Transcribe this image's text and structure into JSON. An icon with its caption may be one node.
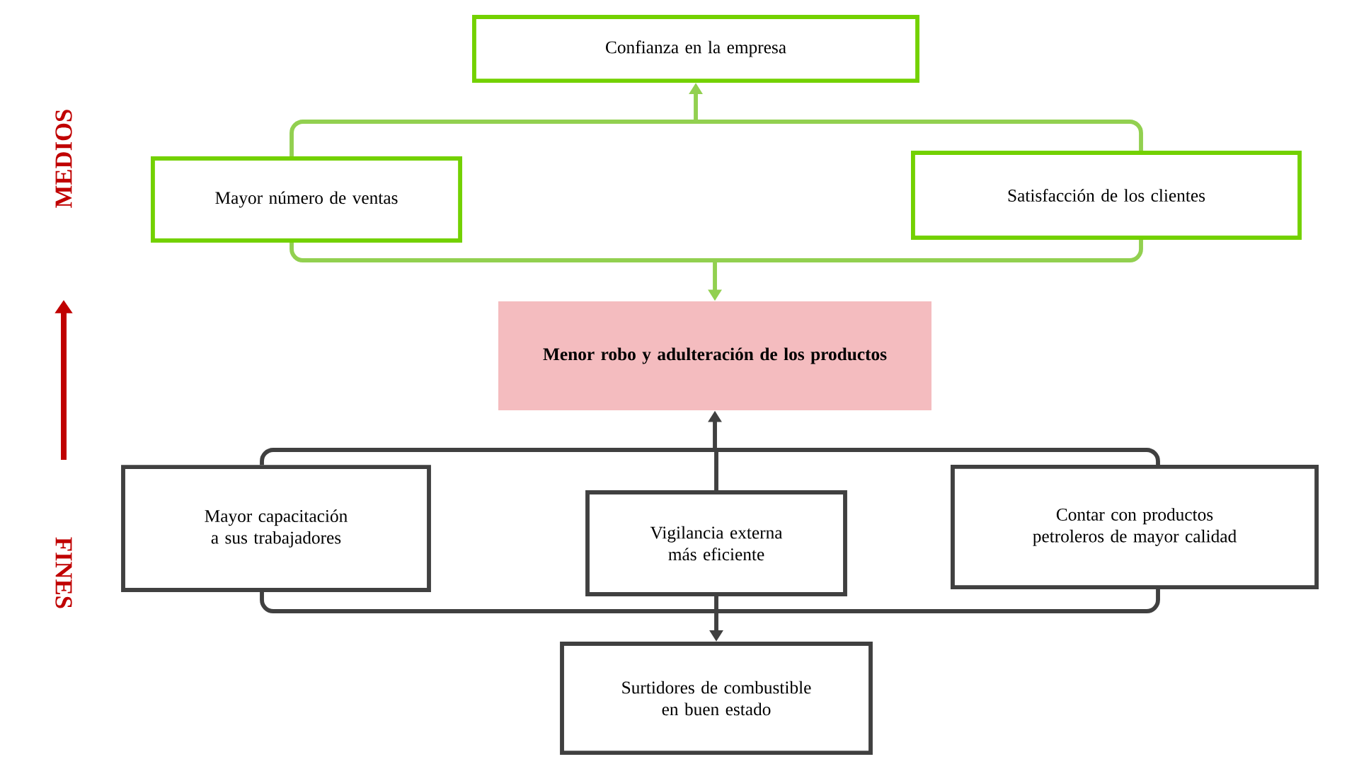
{
  "diagram": {
    "nodes": [
      {
        "text": [
          "Confianza en la empresa"
        ]
      },
      {
        "text": [
          "Mayor número de ventas"
        ]
      },
      {
        "text": [
          "Satisfacción de los clientes"
        ]
      },
      {
        "text": [
          "Menor robo y adulteración de los productos"
        ]
      },
      {
        "text": [
          "Mayor capacitación a sus trabajadores"
        ]
      },
      {
        "text": [
          "Vigilancia externa más eficiente"
        ]
      },
      {
        "text": [
          "Contar con productos petroleros de mayor calidad"
        ]
      },
      {
        "text": [
          "Surtidores de combustible en buen estado"
        ]
      }
    ],
    "edges": [
      {
        "from": 1,
        "to": 0,
        "arrow": "to",
        "color": "#92d050"
      },
      {
        "from": 2,
        "to": 0,
        "arrow": "to",
        "color": "#92d050"
      },
      {
        "from": 1,
        "to": 3,
        "arrow": "to",
        "color": "#92d050"
      },
      {
        "from": 2,
        "to": 3,
        "arrow": "to",
        "color": "#92d050"
      },
      {
        "from": 4,
        "to": 3,
        "arrow": "to",
        "color": "#404040"
      },
      {
        "from": 5,
        "to": 3,
        "arrow": "to",
        "color": "#404040"
      },
      {
        "from": 6,
        "to": 3,
        "arrow": "to",
        "color": "#404040"
      },
      {
        "from": 4,
        "to": 7,
        "arrow": "to",
        "color": "#404040"
      },
      {
        "from": 5,
        "to": 7,
        "arrow": "to",
        "color": "#404040"
      },
      {
        "from": 6,
        "to": 7,
        "arrow": "to",
        "color": "#404040"
      }
    ],
    "labels": [
      "MEDIOS",
      "FINES"
    ]
  }
}
